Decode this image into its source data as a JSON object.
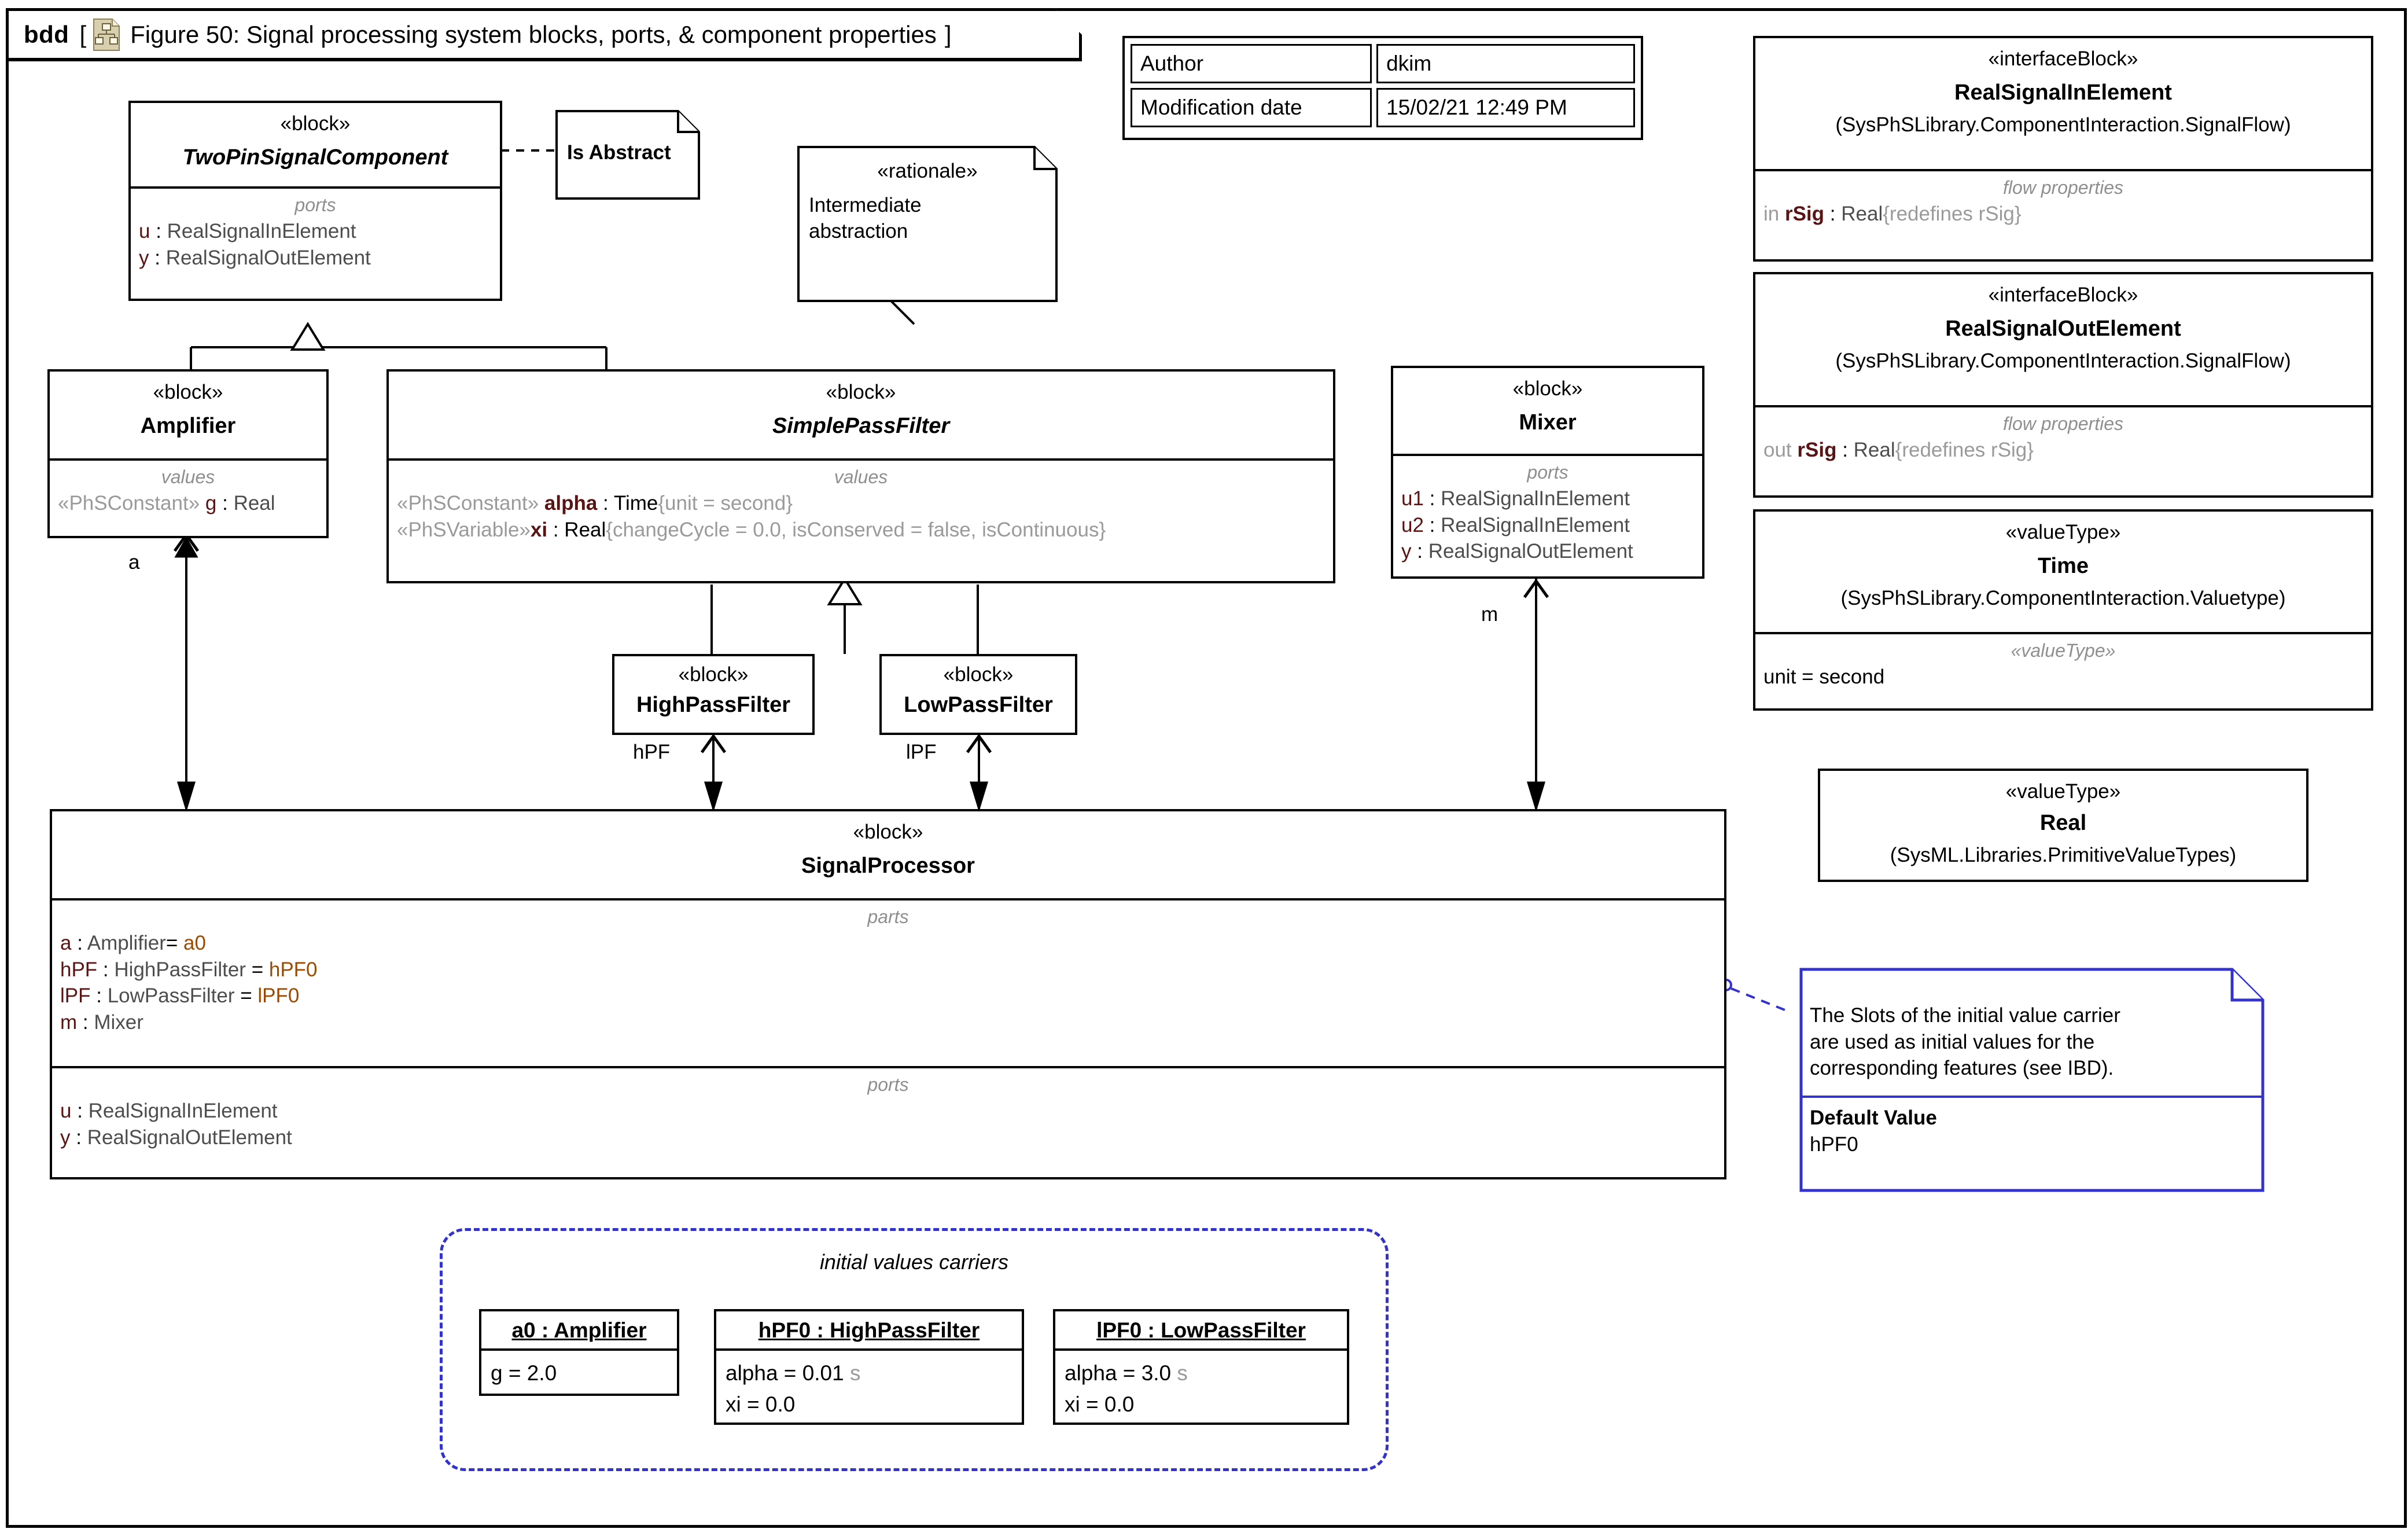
{
  "diagram": {
    "kind": "bdd",
    "bracket_open": "[",
    "bracket_close": "]",
    "icon": "bdd-diagram-icon",
    "title": "Figure 50: Signal processing system blocks, ports, & component properties"
  },
  "metadata": {
    "rows": [
      {
        "label": "Author",
        "value": "dkim"
      },
      {
        "label": "Modification date",
        "value": "15/02/21 12:49 PM"
      }
    ]
  },
  "notes": {
    "is_abstract": {
      "text": "Is Abstract"
    },
    "rationale": {
      "stereotype": "«rationale»",
      "line1": "Intermediate",
      "line2": "abstraction"
    },
    "slots_note": {
      "line1": "The Slots of the initial value carrier",
      "line2": "are used as initial values for the",
      "line3": "corresponding features (see IBD).",
      "default_label": "Default Value",
      "default_value": "hPF0",
      "color": "#3333cc"
    }
  },
  "blocks": {
    "two_pin": {
      "stereotype": "«block»",
      "name": "TwoPinSignalComponent",
      "compartment_label": "ports",
      "features": [
        {
          "name": "u",
          "sep": " : ",
          "type": "RealSignalInElement"
        },
        {
          "name": "y",
          "sep": " : ",
          "type": "RealSignalOutElement"
        }
      ]
    },
    "amplifier": {
      "stereotype": "«block»",
      "name": "Amplifier",
      "compartment_label": "values",
      "features": [
        {
          "stereotype": "«PhSConstant»",
          "name": " g",
          "sep": " : ",
          "type": "Real"
        }
      ]
    },
    "simple_pass_filter": {
      "stereotype": "«block»",
      "name": "SimplePassFilter",
      "compartment_label": "values",
      "features": [
        {
          "stereotype": "«PhSConstant»",
          "name": " alpha",
          "sep": " : ",
          "type": "Time",
          "constraint": "{unit = second}"
        },
        {
          "stereotype": "«PhSVariable»",
          "name": "xi",
          "sep": " : ",
          "type": "Real",
          "constraint": "{changeCycle = 0.0, isConserved = false, isContinuous}"
        }
      ]
    },
    "high_pass_filter": {
      "stereotype": "«block»",
      "name": "HighPassFilter"
    },
    "low_pass_filter": {
      "stereotype": "«block»",
      "name": "LowPassFilter"
    },
    "mixer": {
      "stereotype": "«block»",
      "name": "Mixer",
      "compartment_label": "ports",
      "features": [
        {
          "name": "u1",
          "sep": " : ",
          "type": "RealSignalInElement"
        },
        {
          "name": "u2",
          "sep": " : ",
          "type": "RealSignalInElement"
        },
        {
          "name": "y",
          "sep": " : ",
          "type": "RealSignalOutElement"
        }
      ]
    },
    "signal_processor": {
      "stereotype": "«block»",
      "name": "SignalProcessor",
      "parts_label": "parts",
      "parts": [
        {
          "name": "a",
          "sep": " : ",
          "type": "Amplifier",
          "eq": "= ",
          "default": "a0"
        },
        {
          "name": "hPF",
          "sep": " : ",
          "type": "HighPassFilter",
          "eq": " = ",
          "default": "hPF0"
        },
        {
          "name": "lPF",
          "sep": " : ",
          "type": "LowPassFilter",
          "eq": " = ",
          "default": "lPF0"
        },
        {
          "name": "m",
          "sep": " : ",
          "type": "Mixer",
          "eq": "",
          "default": ""
        }
      ],
      "ports_label": "ports",
      "ports": [
        {
          "name": "u",
          "sep": " : ",
          "type": "RealSignalInElement"
        },
        {
          "name": "y",
          "sep": " : ",
          "type": "RealSignalOutElement"
        }
      ]
    }
  },
  "interface_blocks": [
    {
      "stereotype": "«interfaceBlock»",
      "name": "RealSignalInElement",
      "qualified": "(SysPhSLibrary.ComponentInteraction.SignalFlow)",
      "compartment_label": "flow properties",
      "direction": "in ",
      "prop": "rSig",
      "sep": " : ",
      "type": "Real",
      "constraint": "{redefines rSig}"
    },
    {
      "stereotype": "«interfaceBlock»",
      "name": "RealSignalOutElement",
      "qualified": "(SysPhSLibrary.ComponentInteraction.SignalFlow)",
      "compartment_label": "flow properties",
      "direction": "out ",
      "prop": "rSig",
      "sep": " : ",
      "type": "Real",
      "constraint": "{redefines rSig}"
    }
  ],
  "value_types": [
    {
      "stereotype": "«valueType»",
      "name": "Time",
      "qualified": "(SysPhSLibrary.ComponentInteraction.Valuetype)",
      "compartment_label": "«valueType»",
      "value": "unit = second"
    },
    {
      "stereotype": "«valueType»",
      "name": "Real",
      "qualified": "(SysML.Libraries.PrimitiveValueTypes)"
    }
  ],
  "initial_values": {
    "title": "initial values carriers",
    "carriers": [
      {
        "header": "a0 : Amplifier",
        "slots": [
          {
            "text": "g = 2.0",
            "unit": ""
          }
        ]
      },
      {
        "header": "hPF0 : HighPassFilter",
        "slots": [
          {
            "text": "alpha = 0.01",
            "unit": " s"
          },
          {
            "text": "xi = 0.0",
            "unit": ""
          }
        ]
      },
      {
        "header": "lPF0 : LowPassFilter",
        "slots": [
          {
            "text": "alpha = 3.0",
            "unit": " s"
          },
          {
            "text": "xi = 0.0",
            "unit": ""
          }
        ]
      }
    ]
  },
  "association_labels": {
    "a": "a",
    "hPF": "hPF",
    "lPF": "lPF",
    "m": "m"
  },
  "colors": {
    "line": "#000000",
    "note_blue": "#3333cc",
    "gray_label": "#8f8f8f",
    "name_maroon": "#5a1414",
    "type_gray": "#4d4d4d",
    "default_orange": "#9c4a00"
  }
}
